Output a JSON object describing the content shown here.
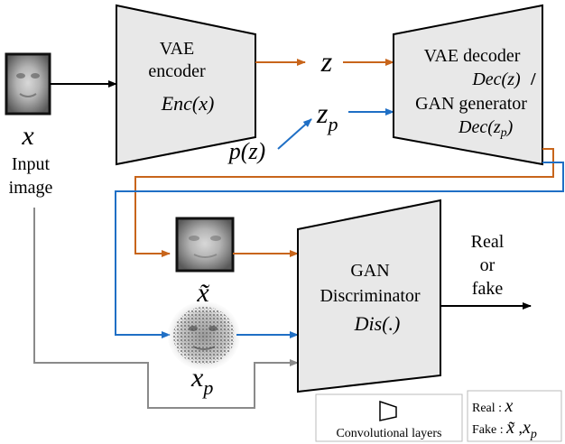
{
  "input": {
    "symbol": "x",
    "label_line1": "Input",
    "label_line2": "image"
  },
  "encoder": {
    "line1": "VAE",
    "line2": "encoder",
    "func": "Enc(x)"
  },
  "latent": {
    "z": "z",
    "zp_base": "z",
    "zp_sub": "p",
    "prior": "p(z)"
  },
  "decoder": {
    "line1": "VAE decoder",
    "func1": "Dec(z)",
    "slash": "/",
    "line2": "GAN generator",
    "func2_base": "Dec(z",
    "func2_sub": "p",
    "func2_close": ")"
  },
  "recon": {
    "symbol": "x̃"
  },
  "sample": {
    "symbol_base": "x",
    "symbol_sub": "p"
  },
  "discriminator": {
    "line1": "GAN",
    "line2": "Discriminator",
    "func": "Dis(.)"
  },
  "output": {
    "line1": "Real",
    "line2": "or",
    "line3": "fake"
  },
  "legend": {
    "conv_label": "Convolutional layers",
    "real_label": "Real : ",
    "real_symbol": "x",
    "fake_label": "Fake : ",
    "fake_symbol1": "x̃",
    "fake_sep": " ,",
    "fake_symbol2_base": "x",
    "fake_symbol2_sub": "p"
  },
  "colors": {
    "orange": "#c8651b",
    "blue": "#1f6fc5",
    "gray": "#8a8a8a",
    "box_fill": "#e8e8e8"
  }
}
